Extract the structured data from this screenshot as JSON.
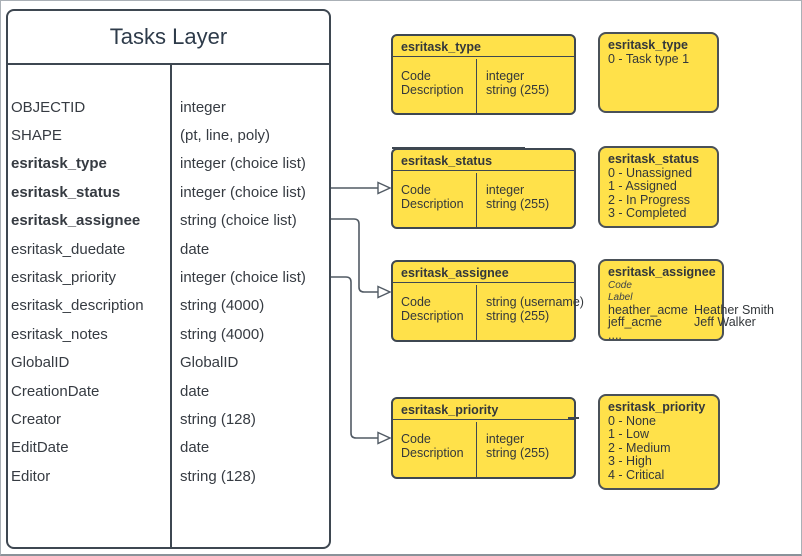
{
  "colors": {
    "box_yellow": "#ffe14a",
    "stroke_dark": "#3e4751",
    "connector": "#515a64",
    "text_dark": "#33373b"
  },
  "tasks_layer": {
    "title": "Tasks Layer",
    "fields": [
      {
        "name": "OBJECTID",
        "type": "integer",
        "bold": false
      },
      {
        "name": "SHAPE",
        "type": "(pt, line, poly)",
        "bold": false
      },
      {
        "name": "esritask_type",
        "type": "integer (choice list)",
        "bold": true
      },
      {
        "name": "esritask_status",
        "type": "integer (choice list)",
        "bold": true
      },
      {
        "name": "esritask_assignee",
        "type": "string (choice list)",
        "bold": true
      },
      {
        "name": "esritask_duedate",
        "type": "date",
        "bold": false
      },
      {
        "name": "esritask_priority",
        "type": "integer (choice list)",
        "bold": false
      },
      {
        "name": "esritask_description",
        "type": "string (4000)",
        "bold": false
      },
      {
        "name": "esritask_notes",
        "type": "string (4000)",
        "bold": false
      },
      {
        "name": "GlobalID",
        "type": "GlobalID",
        "bold": false
      },
      {
        "name": "CreationDate",
        "type": "date",
        "bold": false
      },
      {
        "name": "Creator",
        "type": "string (128)",
        "bold": false
      },
      {
        "name": "EditDate",
        "type": "date",
        "bold": false
      },
      {
        "name": "Editor",
        "type": "string (128)",
        "bold": false
      }
    ]
  },
  "definitions": [
    {
      "id": "type",
      "title": "esritask_type",
      "fields": [
        {
          "name": "Code",
          "type": "integer"
        },
        {
          "name": "Description",
          "type": "string (255)"
        }
      ]
    },
    {
      "id": "status",
      "title": "esritask_status",
      "fields": [
        {
          "name": "Code",
          "type": "integer"
        },
        {
          "name": "Description",
          "type": "string (255)"
        }
      ]
    },
    {
      "id": "assignee",
      "title": "esritask_assignee",
      "fields": [
        {
          "name": "Code",
          "type": "string (username)"
        },
        {
          "name": "Description",
          "type": "string (255)"
        }
      ]
    },
    {
      "id": "priority",
      "title": "esritask_priority",
      "fields": [
        {
          "name": "Code",
          "type": "integer"
        },
        {
          "name": "Description",
          "type": "string (255)"
        }
      ]
    }
  ],
  "domains": {
    "type": {
      "title": "esritask_type",
      "values": [
        "0 - Task type 1"
      ]
    },
    "status": {
      "title": "esritask_status",
      "values": [
        "0 - Unassigned",
        "1 - Assigned",
        "2 - In Progress",
        "3 - Completed"
      ]
    },
    "assignee": {
      "title": "esritask_assignee",
      "col_headers": [
        "Code",
        "Label"
      ],
      "rows": [
        [
          "heather_acme",
          "Heather Smith"
        ],
        [
          "jeff_acme",
          "Jeff Walker"
        ]
      ],
      "more": "...."
    },
    "priority": {
      "title": "esritask_priority",
      "values": [
        "0 - None",
        "1 - Low",
        "2 - Medium",
        "3 - High",
        "4 - Critical"
      ]
    }
  }
}
